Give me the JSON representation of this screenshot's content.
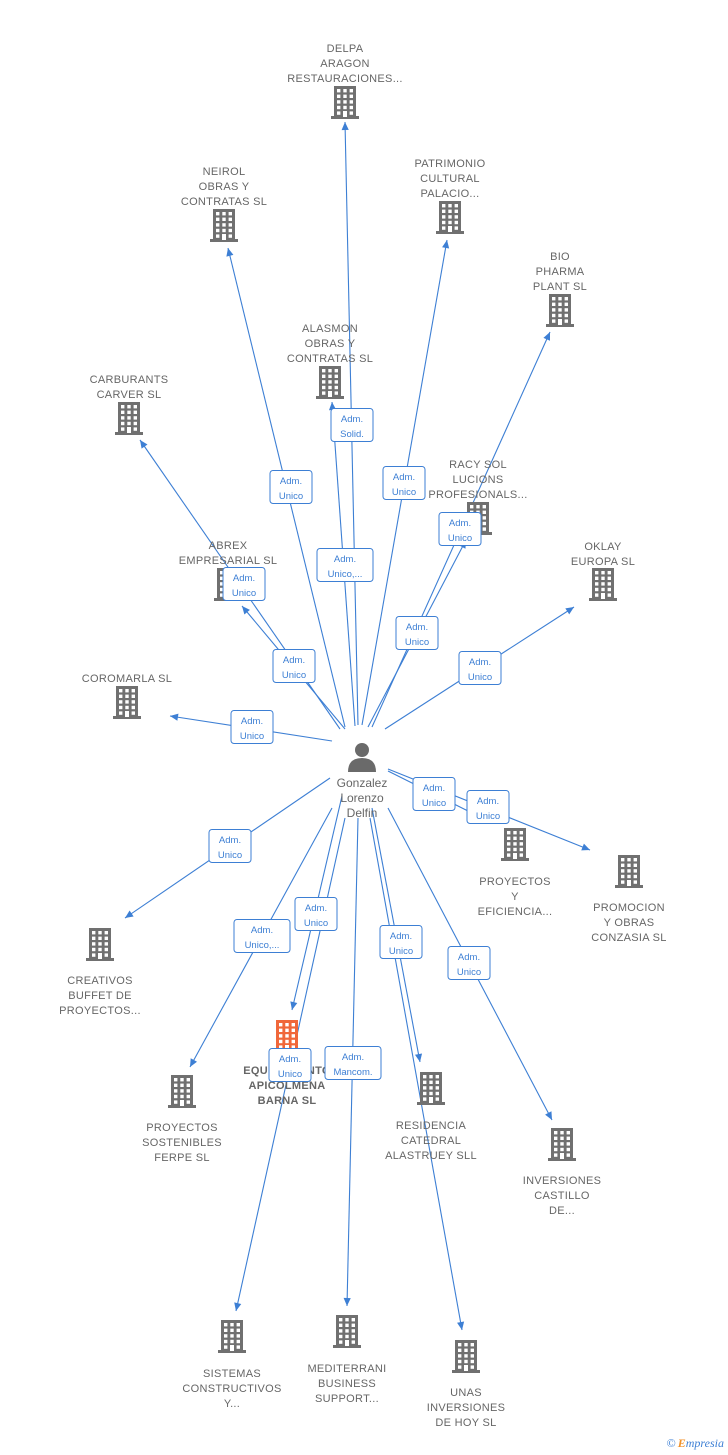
{
  "person": {
    "name": [
      "Gonzalez",
      "Lorenzo",
      "Delfin"
    ]
  },
  "colors": {
    "edge": "#3d7fd4",
    "building": "#707070",
    "highlight": "#f0673a"
  },
  "companies": [
    {
      "id": "delpa",
      "lines": [
        "DELPA",
        "ARAGON",
        "RESTAURACIONES..."
      ],
      "highlight": false,
      "role": ""
    },
    {
      "id": "neirol",
      "lines": [
        "NEIROL",
        "OBRAS Y",
        "CONTRATAS SL"
      ],
      "highlight": false,
      "role": "Adm. Unico"
    },
    {
      "id": "patrimonio",
      "lines": [
        "PATRIMONIO",
        "CULTURAL",
        "PALACIO..."
      ],
      "highlight": false,
      "role": "Adm. Unico"
    },
    {
      "id": "bio",
      "lines": [
        "BIO",
        "PHARMA",
        "PLANT  SL"
      ],
      "highlight": false,
      "role": "Adm. Unico"
    },
    {
      "id": "alasmon",
      "lines": [
        "ALASMON",
        "OBRAS Y",
        "CONTRATAS SL"
      ],
      "highlight": false,
      "role": "Adm. Solid."
    },
    {
      "id": "carburants",
      "lines": [
        "CARBURANTS",
        "CARVER  SL"
      ],
      "highlight": false,
      "role": "Adm. Unico"
    },
    {
      "id": "racy",
      "lines": [
        "RACY SOL",
        "LUCIONS",
        "PROFESIONALS..."
      ],
      "highlight": false,
      "role": "Adm. Unico"
    },
    {
      "id": "abrex",
      "lines": [
        "ABREX",
        "EMPRESARIAL SL"
      ],
      "highlight": false,
      "role": "Adm. Unico"
    },
    {
      "id": "oklay",
      "lines": [
        "OKLAY",
        "EUROPA SL"
      ],
      "highlight": false,
      "role": "Adm. Unico"
    },
    {
      "id": "coromarla",
      "lines": [
        "COROMARLA SL"
      ],
      "highlight": false,
      "role": "Adm. Unico"
    },
    {
      "id": "proyectos_y",
      "lines": [
        "PROYECTOS",
        "Y",
        "EFICIENCIA..."
      ],
      "highlight": false,
      "role": "Adm. Unico"
    },
    {
      "id": "promocion",
      "lines": [
        "PROMOCION",
        "Y OBRAS",
        "CONZASIA SL"
      ],
      "highlight": false,
      "role": "Adm. Unico"
    },
    {
      "id": "creativos",
      "lines": [
        "CREATIVOS",
        "BUFFET DE",
        "PROYECTOS..."
      ],
      "highlight": false,
      "role": "Adm. Unico"
    },
    {
      "id": "equipamiento",
      "lines": [
        "EQUIPAMIENTO",
        "APICOLMENA",
        "BARNA  SL"
      ],
      "highlight": true,
      "role": "Adm. Unico"
    },
    {
      "id": "proyectos_sost",
      "lines": [
        "PROYECTOS",
        "SOSTENIBLES",
        "FERPE  SL"
      ],
      "highlight": false,
      "role": "Adm. Unico,..."
    },
    {
      "id": "residencia",
      "lines": [
        "RESIDENCIA",
        "CATEDRAL",
        "ALASTRUEY SLL"
      ],
      "highlight": false,
      "role": "Adm. Mancom."
    },
    {
      "id": "inversiones",
      "lines": [
        "INVERSIONES",
        "CASTILLO",
        "DE..."
      ],
      "highlight": false,
      "role": "Adm. Unico"
    },
    {
      "id": "sistemas",
      "lines": [
        "SISTEMAS",
        "CONSTRUCTIVOS",
        "Y..."
      ],
      "highlight": false,
      "role": "Adm. Unico"
    },
    {
      "id": "mediterrani",
      "lines": [
        "MEDITERRANI",
        "BUSINESS",
        "SUPPORT..."
      ],
      "highlight": false,
      "role": "Adm. Unico"
    },
    {
      "id": "unas",
      "lines": [
        "UNAS",
        "INVERSIONES",
        "DE HOY  SL"
      ],
      "highlight": false,
      "role": "Adm. Unico"
    }
  ],
  "role_boxes": [
    [
      "Adm.",
      "Solid."
    ],
    [
      "Adm.",
      "Unico"
    ],
    [
      "Adm.",
      "Unico"
    ],
    [
      "Adm.",
      "Unico,..."
    ],
    [
      "Adm.",
      "Unico"
    ],
    [
      "Adm.",
      "Unico"
    ],
    [
      "Adm.",
      "Unico"
    ],
    [
      "Adm.",
      "Unico"
    ],
    [
      "Adm.",
      "Unico"
    ],
    [
      "Adm.",
      "Unico"
    ],
    [
      "Adm.",
      "Unico"
    ],
    [
      "Adm.",
      "Unico"
    ],
    [
      "Adm.",
      "Unico"
    ],
    [
      "Adm.",
      "Unico"
    ],
    [
      "Adm.",
      "Unico,..."
    ],
    [
      "Adm.",
      "Unico"
    ],
    [
      "Adm.",
      "Unico"
    ],
    [
      "Adm.",
      "Unico"
    ],
    [
      "Adm.",
      "Mancom."
    ]
  ],
  "footer": {
    "copyright": "©",
    "brand_first": "E",
    "brand_rest": "mpresia"
  }
}
